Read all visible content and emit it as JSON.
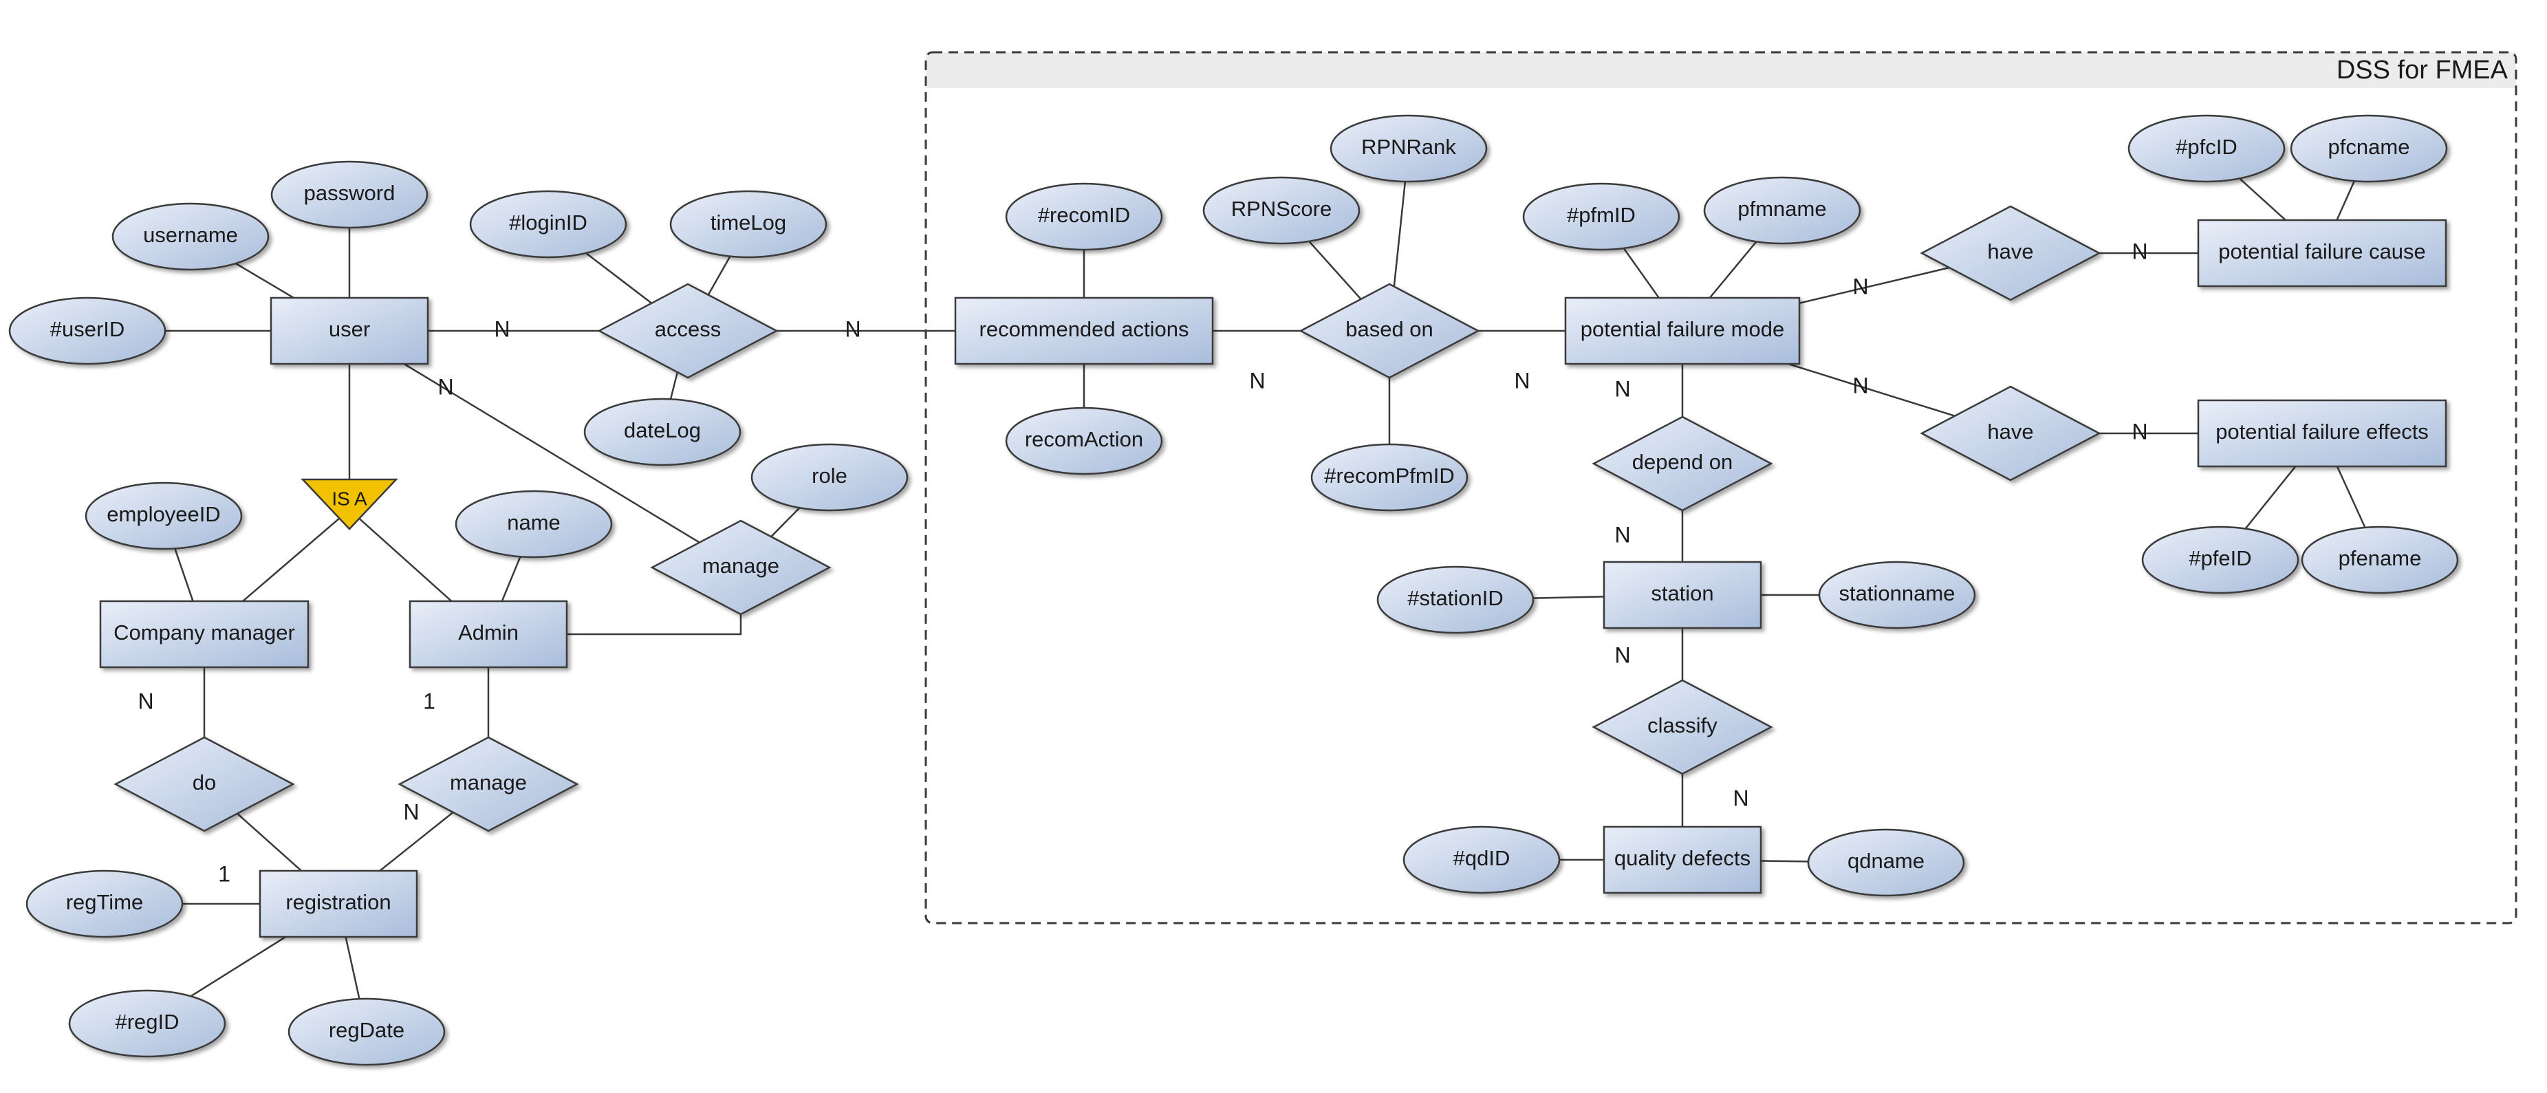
{
  "palette": {
    "shape_light": "#e9eef8",
    "shape_dark": "#a9bddb",
    "stroke": "#3a3a3a",
    "isa": "#f2c200",
    "frame_bar": "#ececec"
  },
  "frame": {
    "title": "DSS for FMEA"
  },
  "entities": [
    {
      "id": "user",
      "label": "user"
    },
    {
      "id": "company_manager",
      "label": "Company manager"
    },
    {
      "id": "admin",
      "label": "Admin"
    },
    {
      "id": "registration",
      "label": "registration"
    },
    {
      "id": "recommended_actions",
      "label": "recommended actions"
    },
    {
      "id": "potential_failure_mode",
      "label": "potential failure mode"
    },
    {
      "id": "potential_failure_cause",
      "label": "potential failure cause"
    },
    {
      "id": "potential_failure_effects",
      "label": "potential failure effects"
    },
    {
      "id": "station",
      "label": "station"
    },
    {
      "id": "quality_defects",
      "label": "quality defects"
    }
  ],
  "relationships": [
    {
      "id": "access",
      "label": "access"
    },
    {
      "id": "manage_user",
      "label": "manage"
    },
    {
      "id": "do",
      "label": "do"
    },
    {
      "id": "manage_reg",
      "label": "manage"
    },
    {
      "id": "based_on",
      "label": "based on"
    },
    {
      "id": "have_cause",
      "label": "have"
    },
    {
      "id": "have_effects",
      "label": "have"
    },
    {
      "id": "depend_on",
      "label": "depend on"
    },
    {
      "id": "classify",
      "label": "classify"
    }
  ],
  "attributes": [
    {
      "id": "username",
      "label": "username",
      "owner": "user"
    },
    {
      "id": "password",
      "label": "password",
      "owner": "user"
    },
    {
      "id": "userid",
      "label": "#userID",
      "owner": "user"
    },
    {
      "id": "loginid",
      "label": "#loginID",
      "owner": "access"
    },
    {
      "id": "timelog",
      "label": "timeLog",
      "owner": "access"
    },
    {
      "id": "datelog",
      "label": "dateLog",
      "owner": "access"
    },
    {
      "id": "role",
      "label": "role",
      "owner": "manage_user"
    },
    {
      "id": "employeeid",
      "label": "employeeID",
      "owner": "company_manager"
    },
    {
      "id": "name",
      "label": "name",
      "owner": "admin"
    },
    {
      "id": "regtime",
      "label": "regTime",
      "owner": "registration"
    },
    {
      "id": "regid",
      "label": "#regID",
      "owner": "registration"
    },
    {
      "id": "regdate",
      "label": "regDate",
      "owner": "registration"
    },
    {
      "id": "recomid",
      "label": "#recomID",
      "owner": "recommended_actions"
    },
    {
      "id": "recomaction",
      "label": "recomAction",
      "owner": "recommended_actions"
    },
    {
      "id": "rpnscore",
      "label": "RPNScore",
      "owner": "based_on"
    },
    {
      "id": "rpnrank",
      "label": "RPNRank",
      "owner": "based_on"
    },
    {
      "id": "recompfmid",
      "label": "#recomPfmID",
      "owner": "based_on"
    },
    {
      "id": "pfmid",
      "label": "#pfmID",
      "owner": "potential_failure_mode"
    },
    {
      "id": "pfmname",
      "label": "pfmname",
      "owner": "potential_failure_mode"
    },
    {
      "id": "pfcid",
      "label": "#pfcID",
      "owner": "potential_failure_cause"
    },
    {
      "id": "pfcname",
      "label": "pfcname",
      "owner": "potential_failure_cause"
    },
    {
      "id": "pfeid",
      "label": "#pfeID",
      "owner": "potential_failure_effects"
    },
    {
      "id": "pfename",
      "label": "pfename",
      "owner": "potential_failure_effects"
    },
    {
      "id": "stationid",
      "label": "#stationID",
      "owner": "station"
    },
    {
      "id": "stationname",
      "label": "stationname",
      "owner": "station"
    },
    {
      "id": "qdid",
      "label": "#qdID",
      "owner": "quality_defects"
    },
    {
      "id": "qdname",
      "label": "qdname",
      "owner": "quality_defects"
    }
  ],
  "isa": {
    "id": "isa",
    "label": "IS A",
    "parent": "user",
    "children": [
      "company_manager",
      "admin"
    ]
  },
  "links": [
    {
      "from": "user",
      "to": "access"
    },
    {
      "from": "access",
      "to": "recommended_actions"
    },
    {
      "from": "user",
      "to": "manage_user"
    },
    {
      "from": "manage_user",
      "to": "admin"
    },
    {
      "from": "company_manager",
      "to": "do"
    },
    {
      "from": "do",
      "to": "registration"
    },
    {
      "from": "admin",
      "to": "manage_reg"
    },
    {
      "from": "manage_reg",
      "to": "registration"
    },
    {
      "from": "recommended_actions",
      "to": "based_on"
    },
    {
      "from": "based_on",
      "to": "potential_failure_mode"
    },
    {
      "from": "potential_failure_mode",
      "to": "have_cause"
    },
    {
      "from": "have_cause",
      "to": "potential_failure_cause"
    },
    {
      "from": "potential_failure_mode",
      "to": "have_effects"
    },
    {
      "from": "have_effects",
      "to": "potential_failure_effects"
    },
    {
      "from": "potential_failure_mode",
      "to": "depend_on"
    },
    {
      "from": "depend_on",
      "to": "station"
    },
    {
      "from": "station",
      "to": "classify"
    },
    {
      "from": "classify",
      "to": "quality_defects"
    }
  ],
  "cardinalities": [
    {
      "id": "user_access",
      "label": "N"
    },
    {
      "id": "access_recom",
      "label": "N"
    },
    {
      "id": "user_manage",
      "label": "N"
    },
    {
      "id": "recom_basedon",
      "label": "N"
    },
    {
      "id": "basedon_pfm",
      "label": "N"
    },
    {
      "id": "pfm_have_cause",
      "label": "N"
    },
    {
      "id": "have_cause_pfc",
      "label": "N"
    },
    {
      "id": "pfm_have_effects",
      "label": "N"
    },
    {
      "id": "have_effects_pfe",
      "label": "N"
    },
    {
      "id": "pfm_depend",
      "label": "N"
    },
    {
      "id": "depend_station",
      "label": "N"
    },
    {
      "id": "station_classify",
      "label": "N"
    },
    {
      "id": "classify_qd",
      "label": "N"
    },
    {
      "id": "cm_do",
      "label": "N"
    },
    {
      "id": "do_reg",
      "label": "1"
    },
    {
      "id": "admin_manage",
      "label": "1"
    },
    {
      "id": "manage_reg",
      "label": "N"
    }
  ]
}
